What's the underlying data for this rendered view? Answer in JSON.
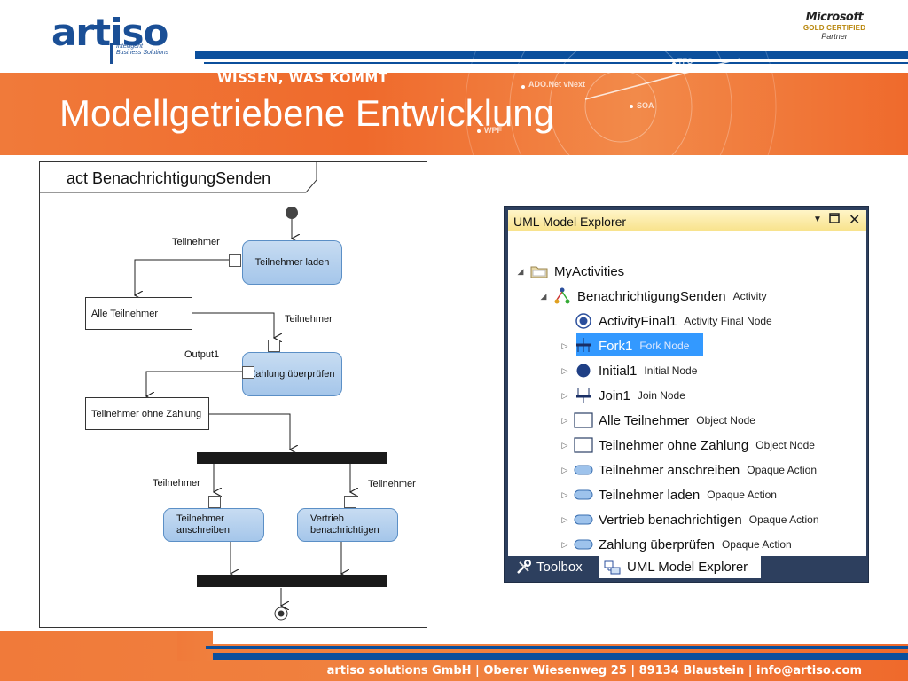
{
  "brand": {
    "logo_text": "artiso",
    "logo_tagline": "Intelligent Business Solutions",
    "partner_name": "Microsoft",
    "partner_level": "GOLD CERTIFIED",
    "partner_label": "Partner",
    "slogan": "WISSEN, WAS KOMMT",
    "deco_labels": [
      "TFS",
      "ADO.Net vNext",
      "SOA",
      "WPF"
    ]
  },
  "page": {
    "title": "Modellgetriebene Entwicklung",
    "footer": "artiso solutions GmbH | Oberer Wiesenweg 25 | 89134 Blaustein | info@artiso.com"
  },
  "diagram": {
    "title": "act BenachrichtigungSenden",
    "actions": {
      "laden": "Teilnehmer laden",
      "pruefen": "Zahlung überprüfen",
      "anschreiben_1": "Teilnehmer",
      "anschreiben_2": "anschreiben",
      "vertrieb_1": "Vertrieb",
      "vertrieb_2": "benachrichtigen"
    },
    "objects": {
      "alle": "Alle Teilnehmer",
      "ohne": "Teilnehmer ohne Zahlung"
    },
    "pins": {
      "p1": "Teilnehmer",
      "p2": "Teilnehmer",
      "p3": "Output1",
      "p4": "Teilnehmer",
      "p5": "Teilnehmer"
    }
  },
  "explorer": {
    "title": "UML Model Explorer",
    "items": [
      {
        "name": "MyActivities",
        "type": "",
        "icon": "folder-icon"
      },
      {
        "name": "BenachrichtigungSenden",
        "type": "Activity",
        "icon": "activity-icon"
      },
      {
        "name": "ActivityFinal1",
        "type": "Activity Final Node",
        "icon": "final-node-icon"
      },
      {
        "name": "Fork1",
        "type": "Fork Node",
        "icon": "fork-node-icon"
      },
      {
        "name": "Initial1",
        "type": "Initial Node",
        "icon": "initial-node-icon"
      },
      {
        "name": "Join1",
        "type": "Join Node",
        "icon": "join-node-icon"
      },
      {
        "name": "Alle Teilnehmer",
        "type": "Object Node",
        "icon": "object-node-icon"
      },
      {
        "name": "Teilnehmer ohne Zahlung",
        "type": "Object Node",
        "icon": "object-node-icon"
      },
      {
        "name": "Teilnehmer anschreiben",
        "type": "Opaque Action",
        "icon": "action-icon"
      },
      {
        "name": "Teilnehmer laden",
        "type": "Opaque Action",
        "icon": "action-icon"
      },
      {
        "name": "Vertrieb benachrichtigen",
        "type": "Opaque Action",
        "icon": "action-icon"
      },
      {
        "name": "Zahlung überprüfen",
        "type": "Opaque Action",
        "icon": "action-icon"
      }
    ],
    "tabs": {
      "toolbox": "Toolbox",
      "explorer": "UML Model Explorer"
    },
    "colors": {
      "selection": "#3399ff",
      "panel_frame": "#2d3f5e",
      "header": "#f8e28a"
    }
  }
}
